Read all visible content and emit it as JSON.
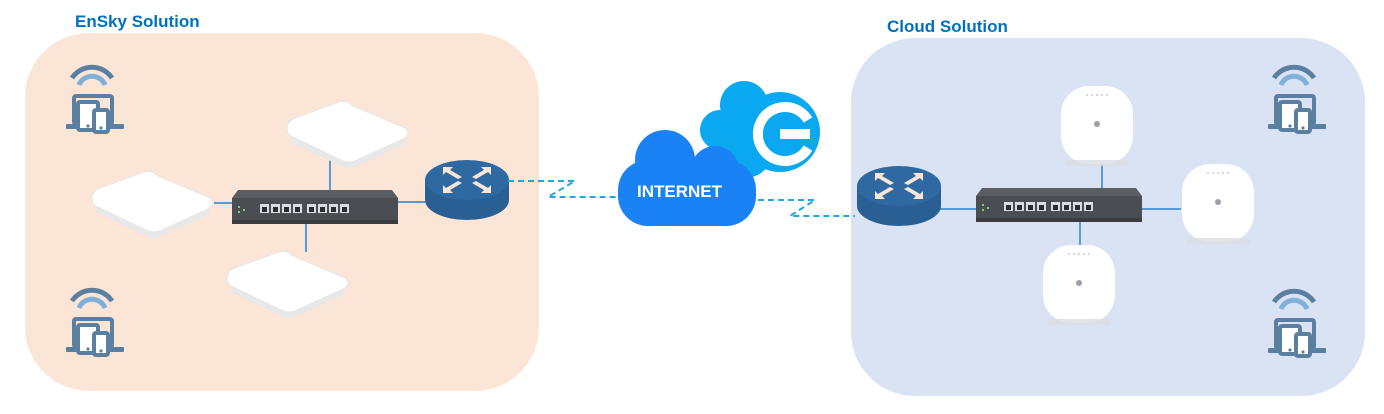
{
  "diagram": {
    "left_section": {
      "title": "EnSky Solution",
      "background": "#fbe5d6",
      "devices": {
        "client_groups": 2,
        "access_points": 3,
        "switch": "8-port switch",
        "router": "router"
      }
    },
    "right_section": {
      "title": "Cloud Solution",
      "background": "#dae3f3",
      "devices": {
        "client_groups": 2,
        "access_points": 3,
        "switch": "8-port switch",
        "router": "router"
      }
    },
    "center": {
      "internet_label": "INTERNET",
      "cloud_logo_letter": "G"
    },
    "colors": {
      "title": "#0070c0",
      "router": "#2e6aa1",
      "link": "#5b9bd5",
      "wan_dashed": "#1fa8e0",
      "internet_cloud": "#1a82f5",
      "logo_cloud": "#0aa8f0",
      "client_icon": "#5b7fa0",
      "wifi_light": "#7fb0d8"
    }
  }
}
